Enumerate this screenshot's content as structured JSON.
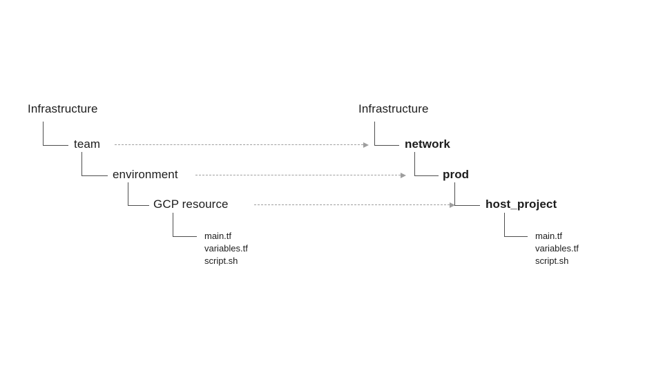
{
  "left_tree": {
    "root_label": "Infrastructure",
    "levels": [
      "team",
      "environment",
      "GCP resource"
    ],
    "files": [
      "main.tf",
      "variables.tf",
      "script.sh"
    ]
  },
  "right_tree": {
    "root_label": "Infrastructure",
    "levels": [
      "network",
      "prod",
      "host_project"
    ],
    "files": [
      "main.tf",
      "variables.tf",
      "script.sh"
    ]
  },
  "mappings": [
    {
      "from": "team",
      "to": "network"
    },
    {
      "from": "environment",
      "to": "prod"
    },
    {
      "from": "GCP resource",
      "to": "host_project"
    }
  ],
  "colors": {
    "background": "#ffffff",
    "text": "#1c1c1c",
    "connector": "#4d4d4d",
    "arrow": "#9e9e9e"
  }
}
